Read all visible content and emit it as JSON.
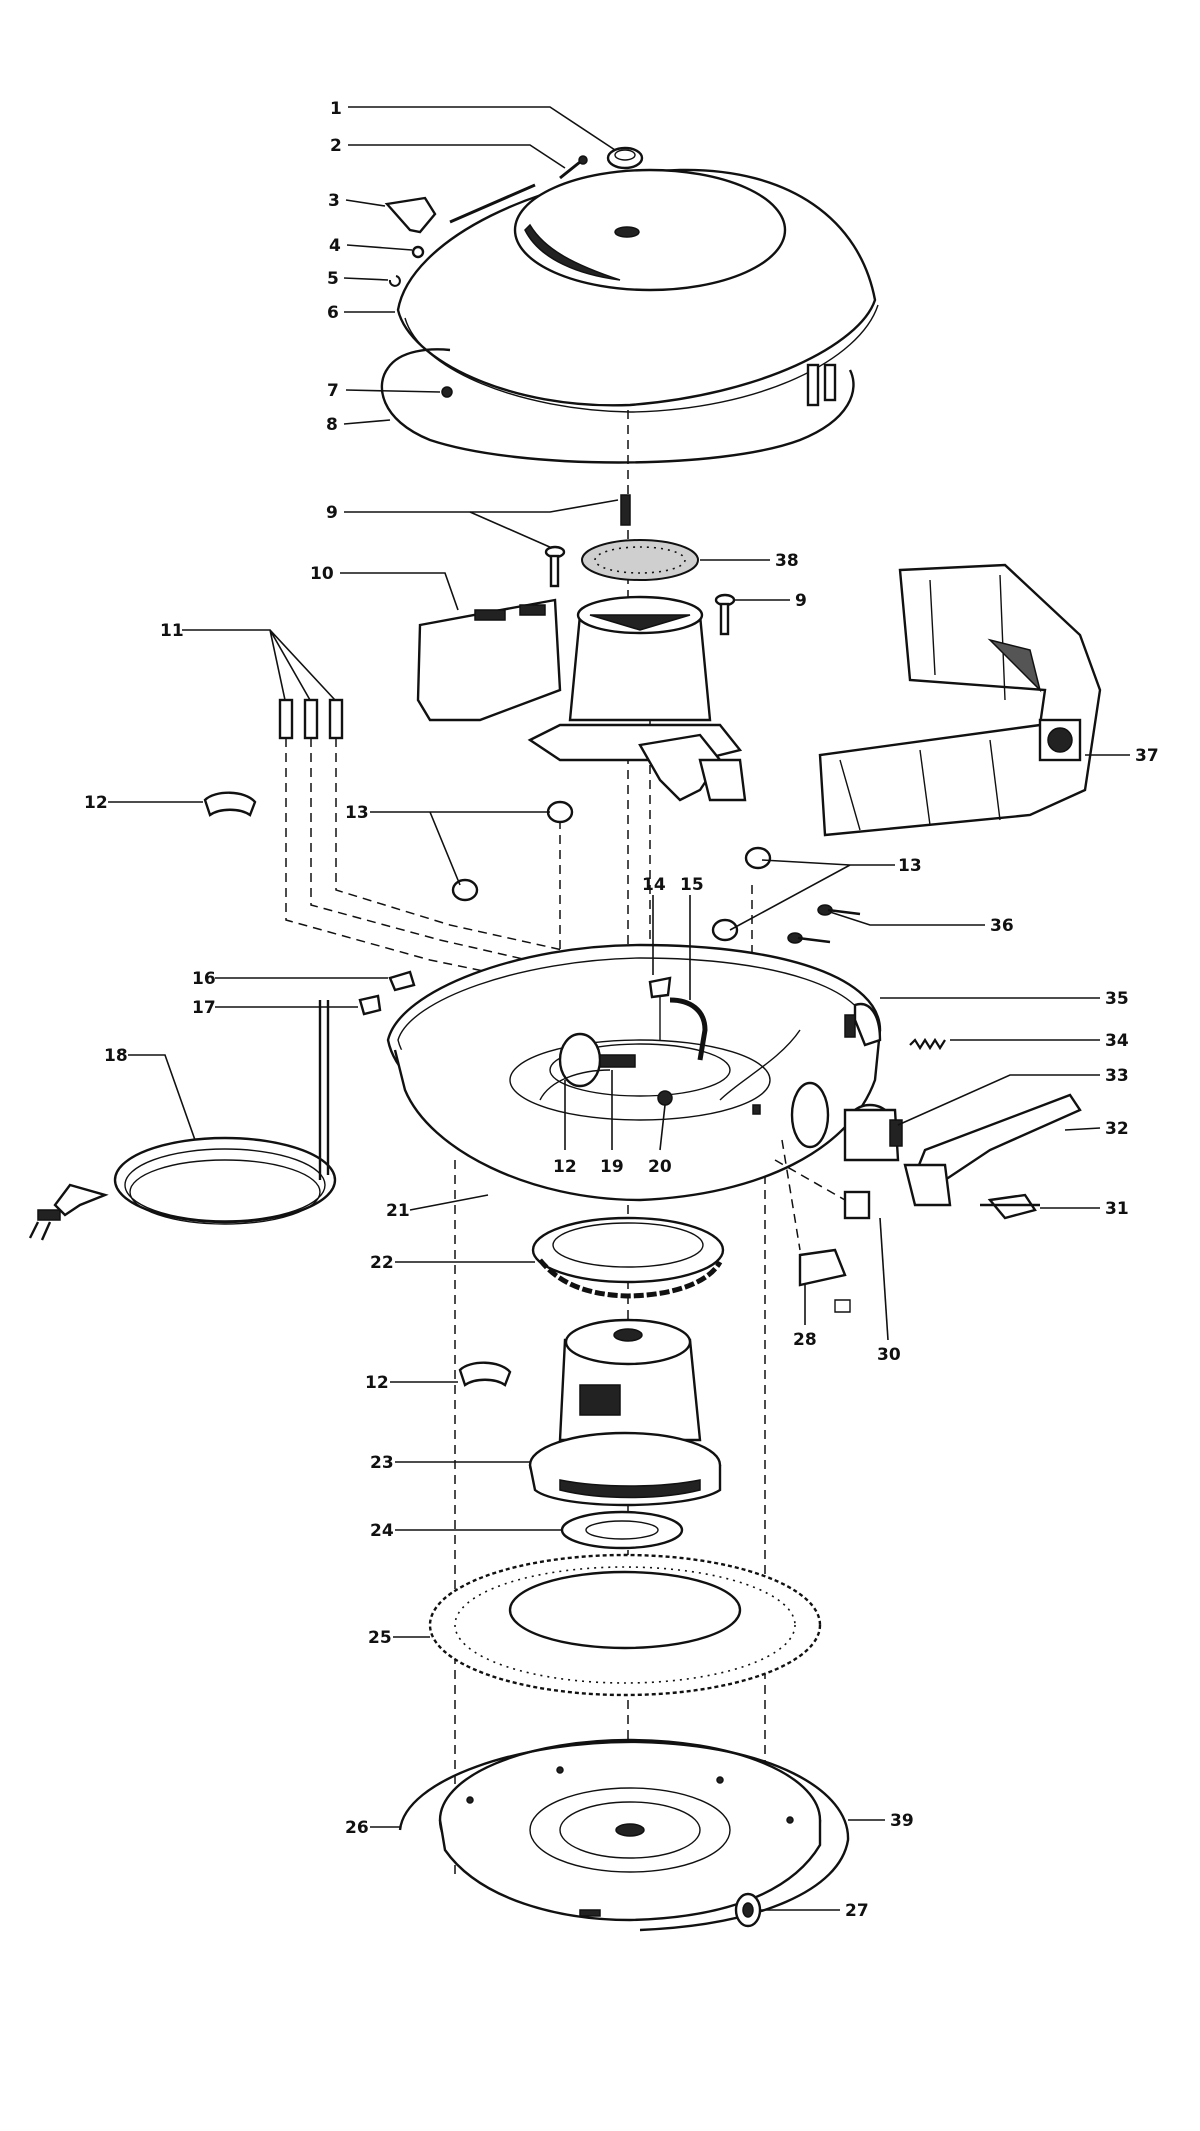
{
  "diagram": {
    "labels": [
      "1",
      "2",
      "3",
      "4",
      "5",
      "6",
      "7",
      "8",
      "9",
      "9",
      "10",
      "11",
      "12",
      "12",
      "12",
      "13",
      "13",
      "14",
      "15",
      "16",
      "17",
      "18",
      "19",
      "20",
      "21",
      "22",
      "23",
      "24",
      "25",
      "26",
      "27",
      "28",
      "30",
      "31",
      "32",
      "33",
      "34",
      "35",
      "36",
      "37",
      "38",
      "39"
    ]
  }
}
